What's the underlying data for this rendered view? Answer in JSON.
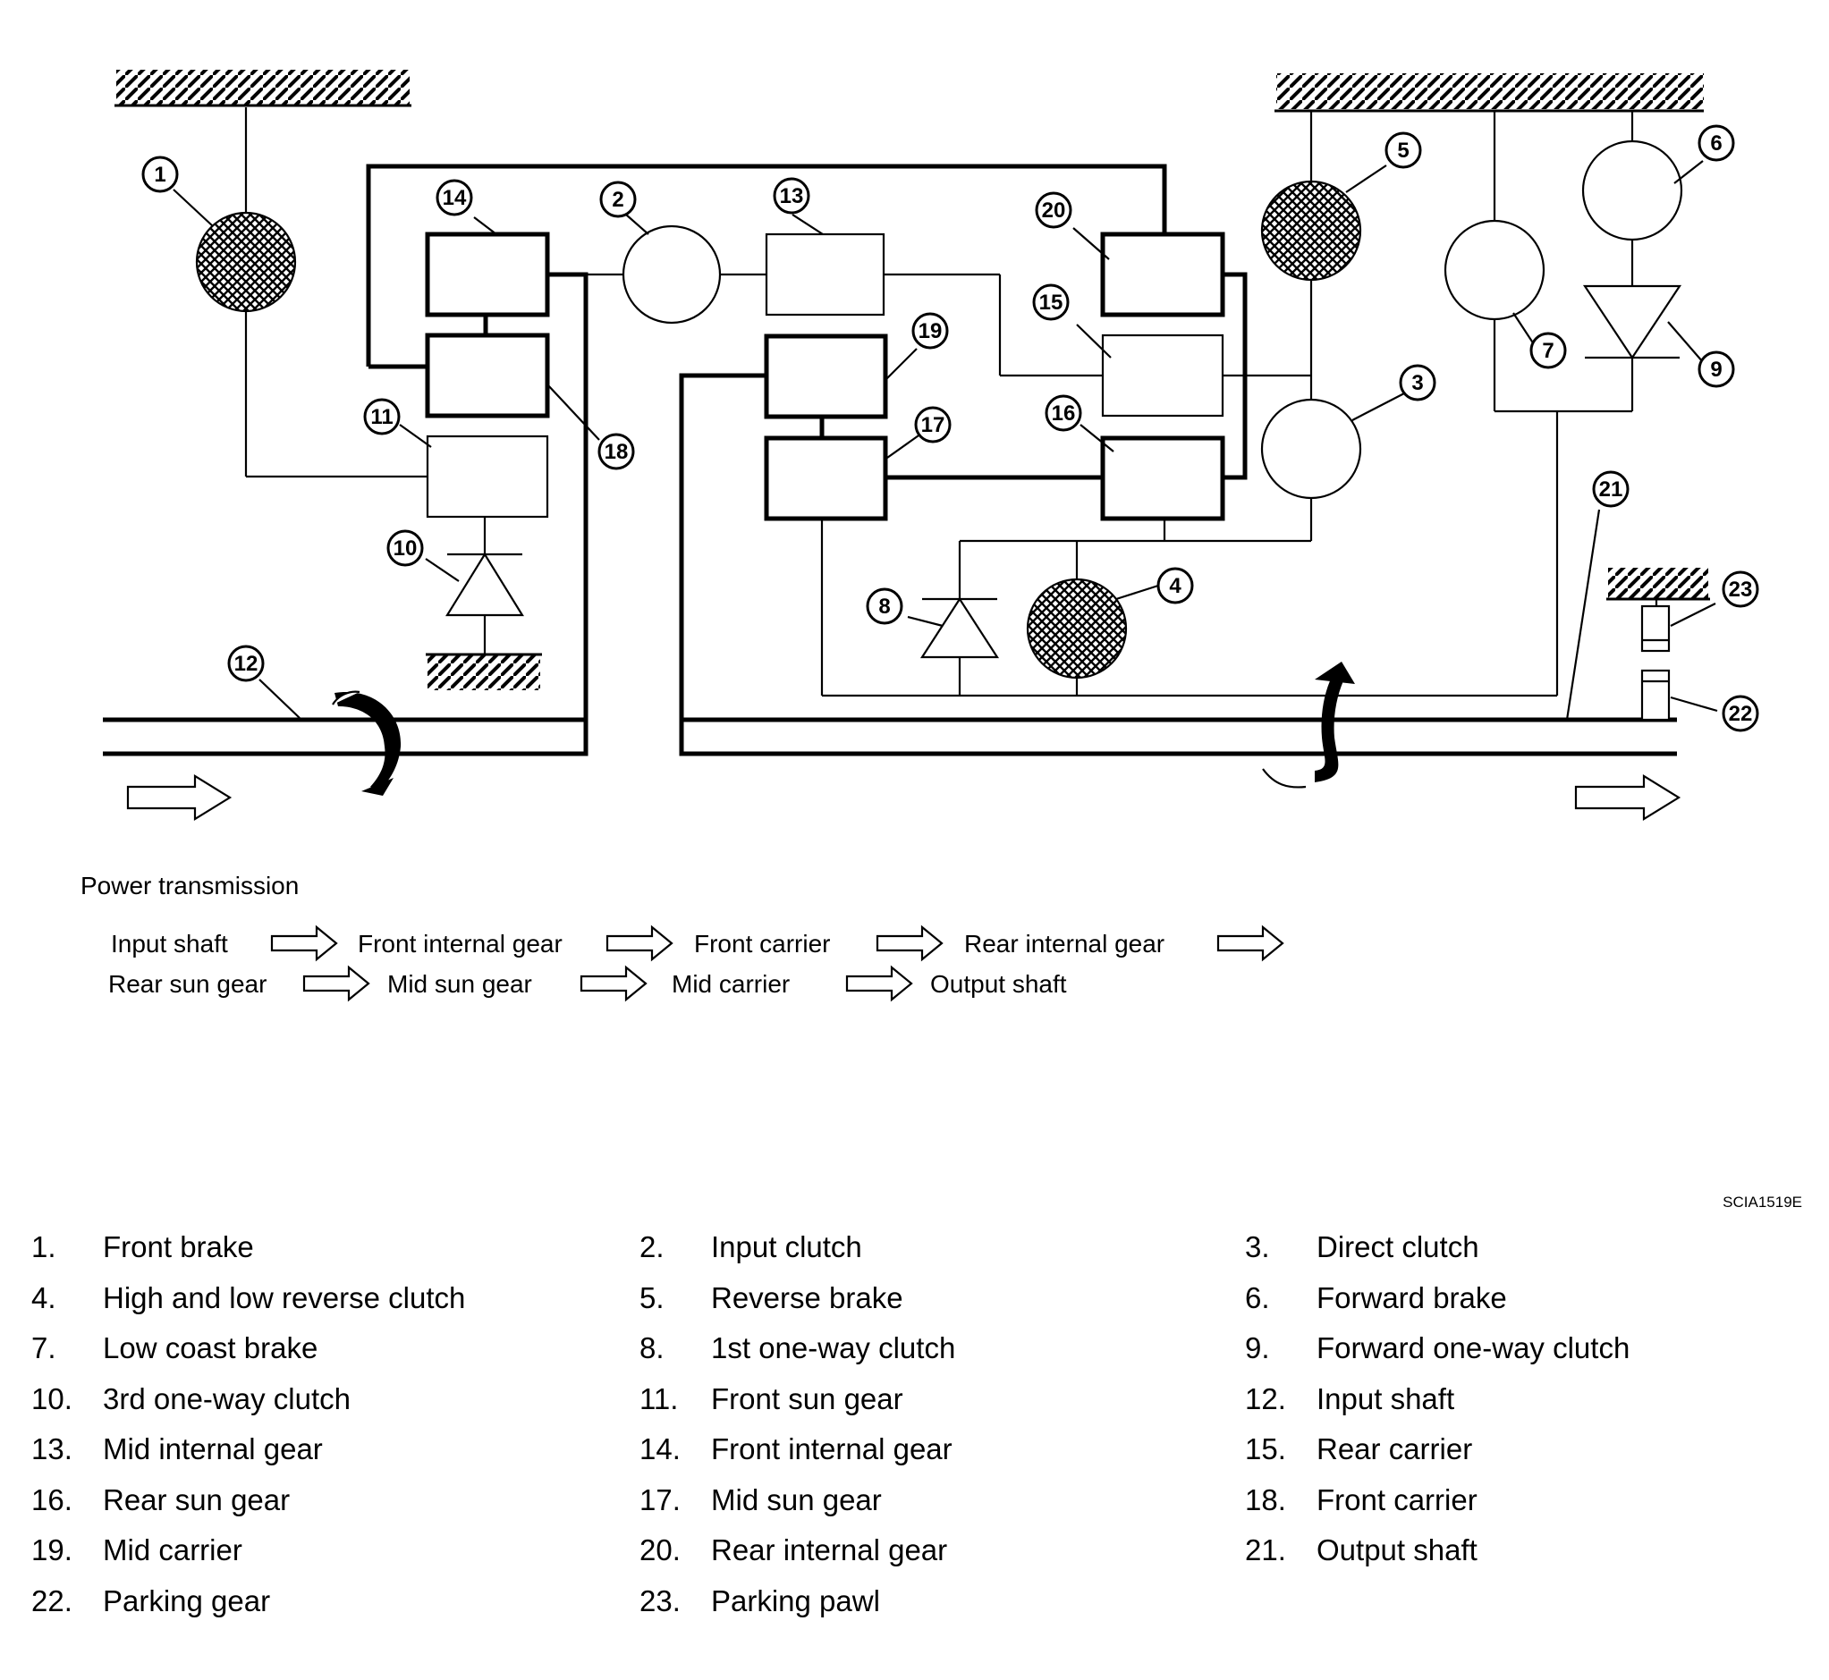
{
  "callouts": [
    "1",
    "2",
    "3",
    "4",
    "5",
    "6",
    "7",
    "8",
    "9",
    "10",
    "11",
    "12",
    "13",
    "14",
    "15",
    "16",
    "17",
    "18",
    "19",
    "20",
    "21",
    "22",
    "23"
  ],
  "power_transmission": {
    "title": "Power transmission",
    "row1": [
      "Input shaft",
      "Front internal gear",
      "Front carrier",
      "Rear internal gear"
    ],
    "row2": [
      "Rear sun gear",
      "Mid sun gear",
      "Mid carrier",
      "Output shaft"
    ]
  },
  "figure_id": "SCIA1519E",
  "legend": [
    {
      "num": "1.",
      "label": "Front brake"
    },
    {
      "num": "2.",
      "label": "Input clutch"
    },
    {
      "num": "3.",
      "label": "Direct clutch"
    },
    {
      "num": "4.",
      "label": "High and low reverse clutch"
    },
    {
      "num": "5.",
      "label": "Reverse brake"
    },
    {
      "num": "6.",
      "label": "Forward brake"
    },
    {
      "num": "7.",
      "label": "Low coast brake"
    },
    {
      "num": "8.",
      "label": "1st one-way clutch"
    },
    {
      "num": "9.",
      "label": "Forward one-way clutch"
    },
    {
      "num": "10.",
      "label": "3rd one-way clutch"
    },
    {
      "num": "11.",
      "label": "Front sun gear"
    },
    {
      "num": "12.",
      "label": "Input shaft"
    },
    {
      "num": "13.",
      "label": "Mid internal gear"
    },
    {
      "num": "14.",
      "label": "Front internal gear"
    },
    {
      "num": "15.",
      "label": "Rear carrier"
    },
    {
      "num": "16.",
      "label": "Rear sun gear"
    },
    {
      "num": "17.",
      "label": "Mid sun gear"
    },
    {
      "num": "18.",
      "label": "Front carrier"
    },
    {
      "num": "19.",
      "label": "Mid carrier"
    },
    {
      "num": "20.",
      "label": "Rear internal gear"
    },
    {
      "num": "21.",
      "label": "Output shaft"
    },
    {
      "num": "22.",
      "label": "Parking gear"
    },
    {
      "num": "23.",
      "label": "Parking pawl"
    }
  ]
}
